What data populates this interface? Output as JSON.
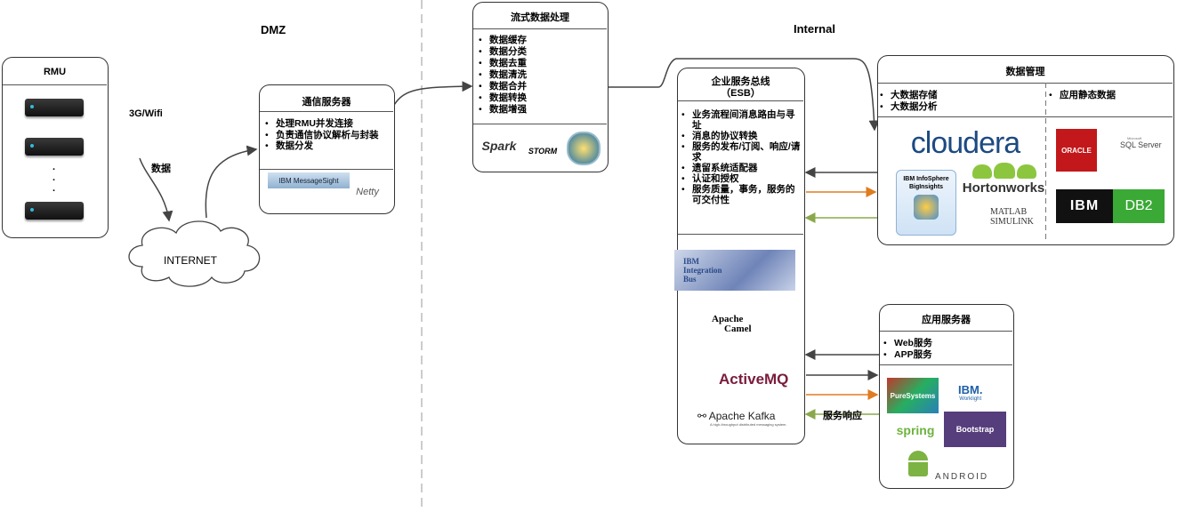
{
  "zones": {
    "dmz": "DMZ",
    "internal": "Internal"
  },
  "rmu": {
    "title": "RMU",
    "dots": ".\n.\n."
  },
  "links": {
    "wireless": "3G/Wifi",
    "data": "数据",
    "service_response": "服务响应"
  },
  "internet": {
    "label": "INTERNET"
  },
  "comm_server": {
    "title": "通信服务器",
    "items": [
      "处理RMU并发连接",
      "负责通信协议解析与封装",
      "数据分发"
    ],
    "logos": {
      "messagesight": "IBM MessageSight",
      "netty": "Netty"
    }
  },
  "stream": {
    "title": "流式数据处理",
    "items": [
      "数据缓存",
      "数据分类",
      "数据去重",
      "数据清洗",
      "数据合并",
      "数据转换",
      "数据增强"
    ],
    "logos": {
      "spark": "Spark",
      "storm": "STORM"
    }
  },
  "esb": {
    "title": "企业服务总线",
    "subtitle": "（ESB）",
    "items": [
      "业务流程间消息路由与寻址",
      "消息的协议转换",
      "服务的发布/订阅、响应/请求",
      "遗留系统适配器",
      "认证和授权",
      "服务质量，事务，服务的可交付性"
    ],
    "logos": {
      "iib": "IBM Integration Bus",
      "camel_1": "Apache",
      "camel_2": "Camel",
      "activemq": "ActiveMQ",
      "kafka": "Apache Kafka",
      "kafka_sub": "A high-throughput distributed messaging system."
    }
  },
  "data_mgmt": {
    "title": "数据管理",
    "left_items": [
      "大数据存储",
      "大数据分析"
    ],
    "right_items": [
      "应用静态数据"
    ],
    "logos": {
      "cloudera": "cloudera",
      "infosphere": "IBM InfoSphere BigInsights",
      "hortonworks": "Hortonworks",
      "matlab_1": "MATLAB",
      "matlab_2": "SIMULINK",
      "oracle": "ORACLE",
      "sqlserver_small": "Microsoft",
      "sqlserver": "SQL Server",
      "ibm": "IBM",
      "db2": "DB2"
    }
  },
  "app_server": {
    "title": "应用服务器",
    "items": [
      "Web服务",
      "APP服务"
    ],
    "logos": {
      "puresystems": "PureSystems",
      "ibm": "IBM.",
      "worklight": "Worklight",
      "spring": "spring",
      "bootstrap": "Bootstrap",
      "android": "ANDROID"
    }
  },
  "colors": {
    "arrow": "#444444",
    "orange": "#e07b20",
    "green": "#8aa84b"
  }
}
